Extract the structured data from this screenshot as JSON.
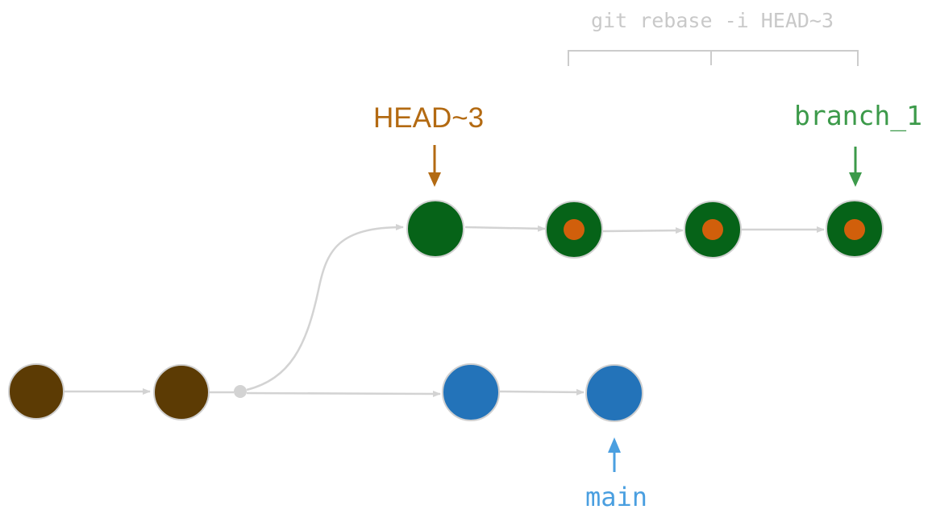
{
  "diagram": {
    "command": "git rebase -i HEAD~3",
    "head_ref": "HEAD~3",
    "branch_ref": "branch_1",
    "main_ref": "main"
  },
  "colors": {
    "base_commit": "#5c3b04",
    "branch_commit": "#066318",
    "main_commit": "#2373b9",
    "rebase_dot": "#d15f0b",
    "edge": "#d3d3d3",
    "bracket": "#cccccc",
    "command_text": "#c9c9c9",
    "head_ref": "#b36a12",
    "branch_ref": "#3c9a4a",
    "main_ref": "#4a9fe0"
  }
}
